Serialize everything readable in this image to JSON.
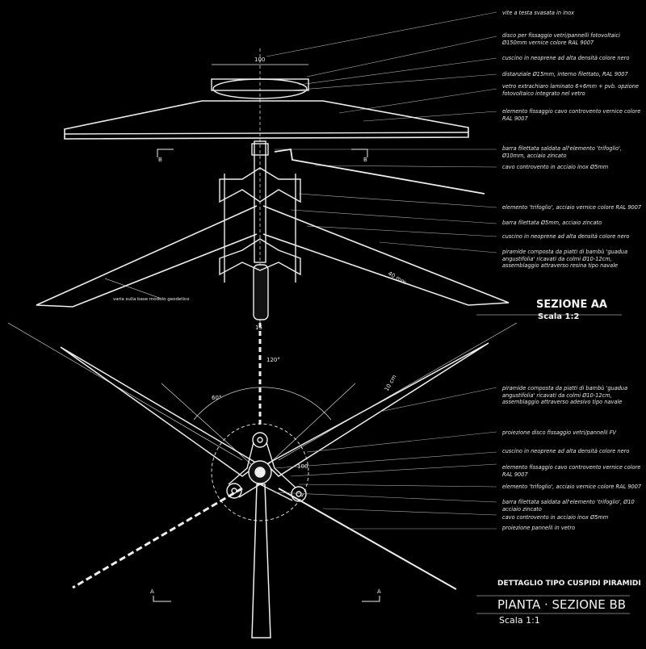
{
  "section_aa": {
    "title": "SEZIONE AA",
    "scale": "Scala 1:2",
    "dimensions": {
      "disk_width": "100",
      "pole_spacing": "15",
      "depth": "40 mm",
      "modulus": "varia sulla base modulo geodetico"
    },
    "section_marks": [
      "B",
      "B"
    ],
    "notes": [
      "vite a testa svasata in inox",
      "disco per fissaggio vetri/pannelli fotovoltaici Ø150mm vernice colore RAL 9007",
      "cuscino in neoprene ad alta densità colore nero",
      "distanziale Ø15mm, interno filettato, RAL 9007",
      "vetro extrachiaro laminato 6+6mm + pvb. opzione fotovoltaico integrato nel vetro",
      "elemento fissaggio cavo controvento vernice colore RAL 9007",
      "barra filettata saldata all'elemento 'trifoglio', Ø10mm, acciaio zincato",
      "cavo controvento in acciaio inox Ø5mm",
      "elemento 'trifoglio', acciaio vernice colore RAL 9007",
      "barra filettata Ø5mm, acciaio zincato",
      "cuscino in neoprene ad alta densità colore nero",
      "piramide composta da piatti di bambù 'guadua angustifolia' ricavati da colmi Ø10-12cm, assemblaggio attraverso resina tipo navale"
    ]
  },
  "section_bb": {
    "subtitle": "DETTAGLIO TIPO CUSPIDI PIRAMIDI",
    "title": "PIANTA · SEZIONE BB",
    "scale": "Scala 1:1",
    "dimensions": {
      "angle_top": "120°",
      "angle_left": "60°",
      "radius": "100",
      "bar": "10 cm"
    },
    "section_marks": [
      "A",
      "A"
    ],
    "notes": [
      "piramide composta da piatti di bambù 'guadua angustifolia' ricavati da colmi Ø10-12cm, assemblaggio attraverso adesivo tipo navale",
      "proiezione disco fissaggio vetri/pannelli FV",
      "cuscino in neoprene ad alta densità colore nero",
      "elemento fissaggio cavo controvento vernice colore RAL 9007",
      "elemento 'trifoglio', acciaio vernice colore RAL 9007",
      "barra filettata saldata all'elemento 'trifoglio', Ø10 acciaio zincato",
      "cavo controvento in acciaio inox Ø5mm",
      "proiezione pannelli in vetro"
    ]
  }
}
